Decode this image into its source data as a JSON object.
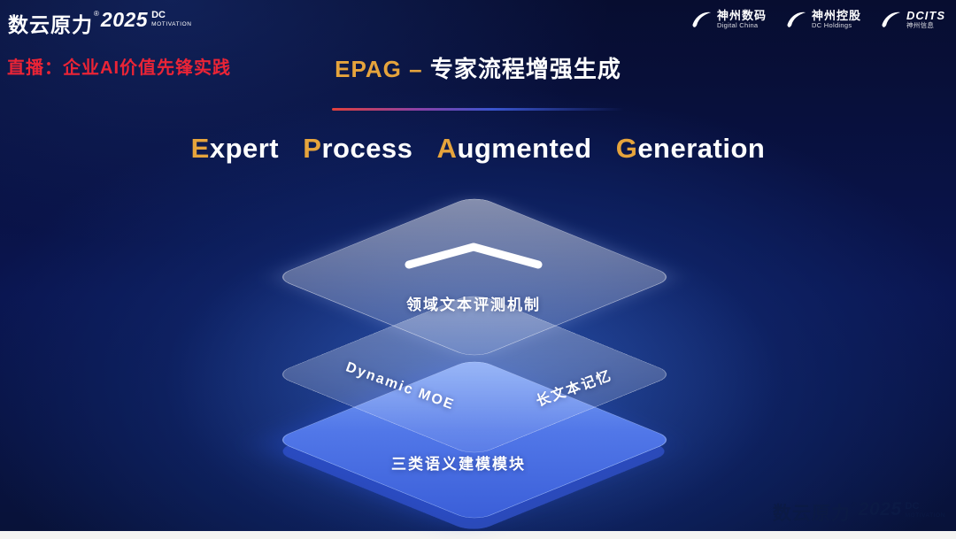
{
  "brand": {
    "name": "数云原力",
    "reg": "®",
    "year": "2025",
    "dc": "DC",
    "motivation": "MOTIVATION"
  },
  "header": {
    "live_label": "直播：企业AI价值先锋实践",
    "title_en": "EPAG",
    "title_dash": "–",
    "title_cn": "专家流程增强生成"
  },
  "partner_logos": [
    {
      "name": "神州数码",
      "sub": "Digital China"
    },
    {
      "name": "神州控股",
      "sub": "DC Holdings"
    },
    {
      "name": "DCITS",
      "sub": "神州信息"
    }
  ],
  "subtitle": {
    "words": [
      {
        "initial": "E",
        "rest": "xpert"
      },
      {
        "initial": "P",
        "rest": "rocess"
      },
      {
        "initial": "A",
        "rest": "ugmented"
      },
      {
        "initial": "G",
        "rest": "eneration"
      }
    ]
  },
  "diagram": {
    "top_layer_label": "领域文本评测机制",
    "middle_left_label": "Dynamic MOE",
    "middle_right_label": "长文本记忆",
    "bottom_layer_label": "三类语义建模模块"
  },
  "colors": {
    "gold": "#e6a43c",
    "live_red": "#ea2436",
    "layer_blue": "#5177e8",
    "background_navy": "#0a1550"
  }
}
